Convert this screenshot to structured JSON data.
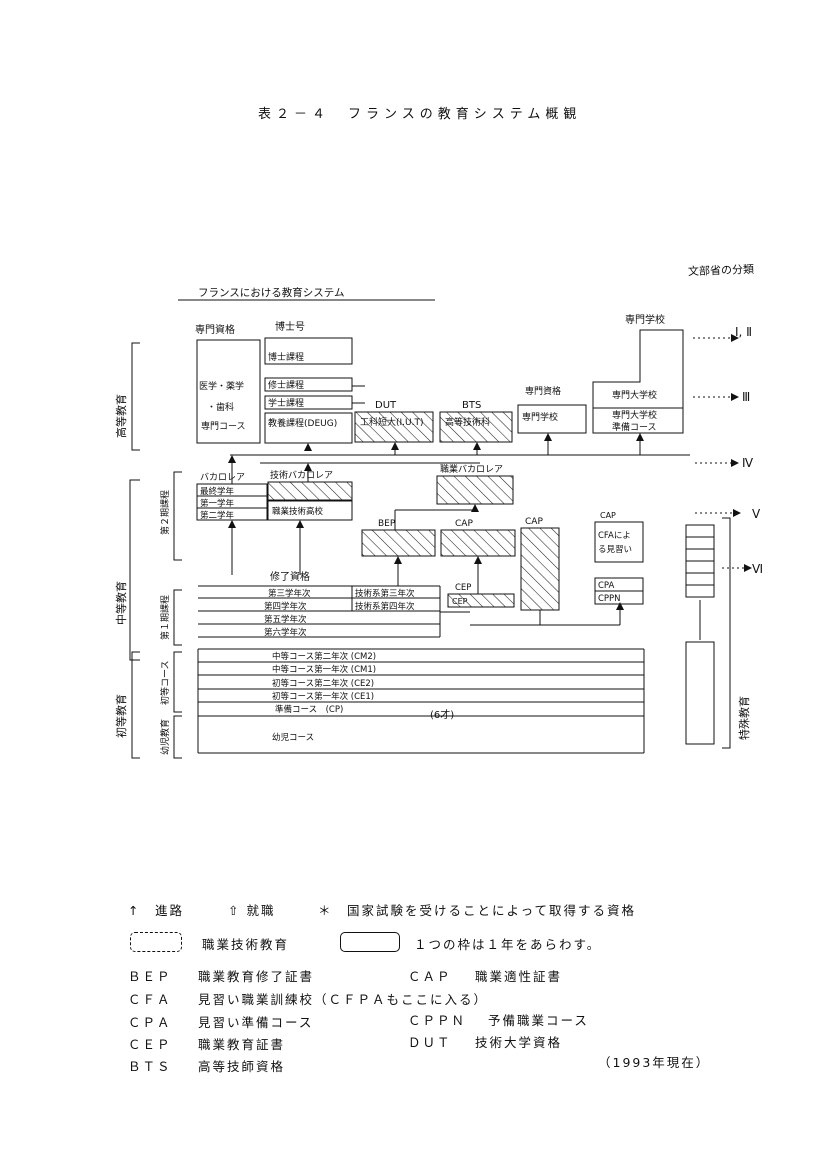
{
  "title": "表２－４　フランスの教育システム概観",
  "handwritten_note": "文部省の分類",
  "diagram": {
    "subtitle": "フランスにおける教育システム",
    "levels": {
      "higher": "高等教育",
      "secondary": "中等教育",
      "secondary_cycle2": "第２期課程",
      "secondary_cycle1": "第１期課程",
      "primary": "初等教育",
      "primary_course": "初等コース",
      "preschool": "幼児教育",
      "special": "特殊教育"
    },
    "higher": {
      "professional_qual": "専門資格",
      "doctorate": "博士号",
      "medicine_lines": [
        "医学・薬学",
        "・歯科",
        "専門コース"
      ],
      "doctoral_course": "博士課程",
      "master": "修士課程",
      "licence": "学士課程",
      "deug": "教養課程(DEUG)",
      "dut": "DUT",
      "bts": "BTS",
      "prof_qual2": "専門資格",
      "iut": "工科短大(I.U.T)",
      "sts": "高等技術科",
      "ecole_spec": "専門学校",
      "grandes_ecoles_top": "専門学校",
      "grandes_ecoles": "専門大学校",
      "grandes_ecoles2": "専門大学校",
      "prep": "準備コース"
    },
    "lycee": {
      "bac": "バカロレア",
      "bac_tech": "技術バカロレア",
      "bac_pro": "職業バカロレア",
      "terminal": "最終学年",
      "premiere": "第一学年",
      "seconde": "第二学年",
      "lycee_tech": "職業技術高校",
      "bep": "BEP",
      "cap": "CAP",
      "cap2": "CAP",
      "cap3": "CAP",
      "cfa": [
        "CFAによ",
        "る見習い"
      ],
      "cep": "CEP",
      "cep_box": "CEP",
      "cpa": "CPA",
      "cppn": "CPPN"
    },
    "college": {
      "brevet": "修了資格",
      "g3": "第三学年次",
      "g4": "第四学年次",
      "g5": "第五学年次",
      "g6": "第六学年次",
      "tech3": "技術系第三年次",
      "tech4": "技術系第四年次"
    },
    "primary": {
      "cm2": "中等コース第二年次 (CM2)",
      "cm1": "中等コース第一年次 (CM1)",
      "ce2": "初等コース第二年次 (CE2)",
      "ce1": "初等コース第一年次 (CE1)",
      "cp": "準備コース　(CP)",
      "age": "(6才)",
      "maternelle": "幼児コース"
    },
    "roman_levels": [
      "Ⅰ, Ⅱ",
      "Ⅲ",
      "Ⅳ",
      "Ⅴ",
      "Ⅵ"
    ]
  },
  "legend": {
    "arrow": "↑　進路",
    "employment": "⇧ 就職",
    "star": "＊　国家試験を受けることによって取得する資格",
    "hatched": "職業技術教育",
    "box": "１つの枠は１年をあらわす。",
    "abbrevs": [
      {
        "abbr": "ＢＥＰ",
        "text": "職業教育修了証書"
      },
      {
        "abbr": "ＣＡＰ",
        "text": "職業適性証書"
      },
      {
        "abbr": "ＣＦＡ",
        "text": "見習い職業訓練校（ＣＦＰＡもここに入る）"
      },
      {
        "abbr": "ＣＰＡ",
        "text": "見習い準備コース"
      },
      {
        "abbr": "ＣＰＰＮ",
        "text": "予備職業コース"
      },
      {
        "abbr": "ＣＥＰ",
        "text": "職業教育証書"
      },
      {
        "abbr": "ＤＵＴ",
        "text": "技術大学資格"
      },
      {
        "abbr": "ＢＴＳ",
        "text": "高等技師資格"
      }
    ],
    "year": "（1993年現在）"
  }
}
